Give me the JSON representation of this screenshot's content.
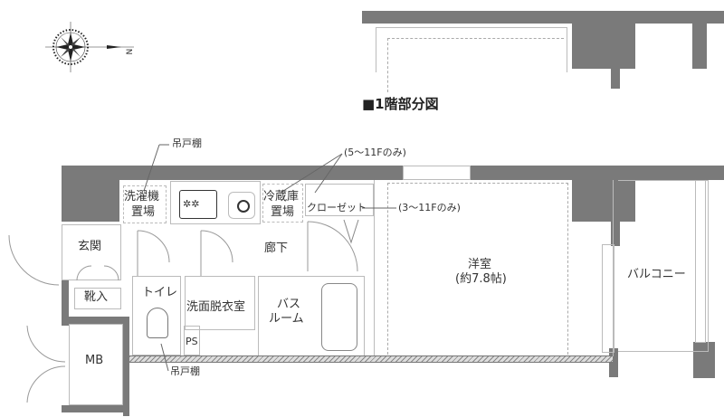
{
  "title": "■1階部分図",
  "compass": {
    "north_label": "N"
  },
  "rooms": {
    "entrance": "玄関",
    "shoe_storage": "靴入",
    "meter_box": "MB",
    "washer_space": [
      "洗濯機",
      "置場"
    ],
    "fridge_space": [
      "冷蔵庫",
      "置場"
    ],
    "closet": "クローゼット",
    "corridor": "廊下",
    "toilet": "トイレ",
    "washroom": "洗面脱衣室",
    "bathroom": [
      "バス",
      "ルーム"
    ],
    "pipe_space": "PS",
    "western_room": [
      "洋室",
      "(約7.8帖)"
    ],
    "balcony": "バルコニー"
  },
  "annotations": {
    "hanging_cabinet_top": "吊戸棚",
    "hanging_cabinet_bottom": "吊戸棚",
    "floors_5_11": "(5～11Fのみ)",
    "floors_3_11": "(3～11Fのみ)"
  },
  "colors": {
    "wall": "#7a7a7a",
    "line": "#bbbbbb",
    "text": "#333333"
  }
}
